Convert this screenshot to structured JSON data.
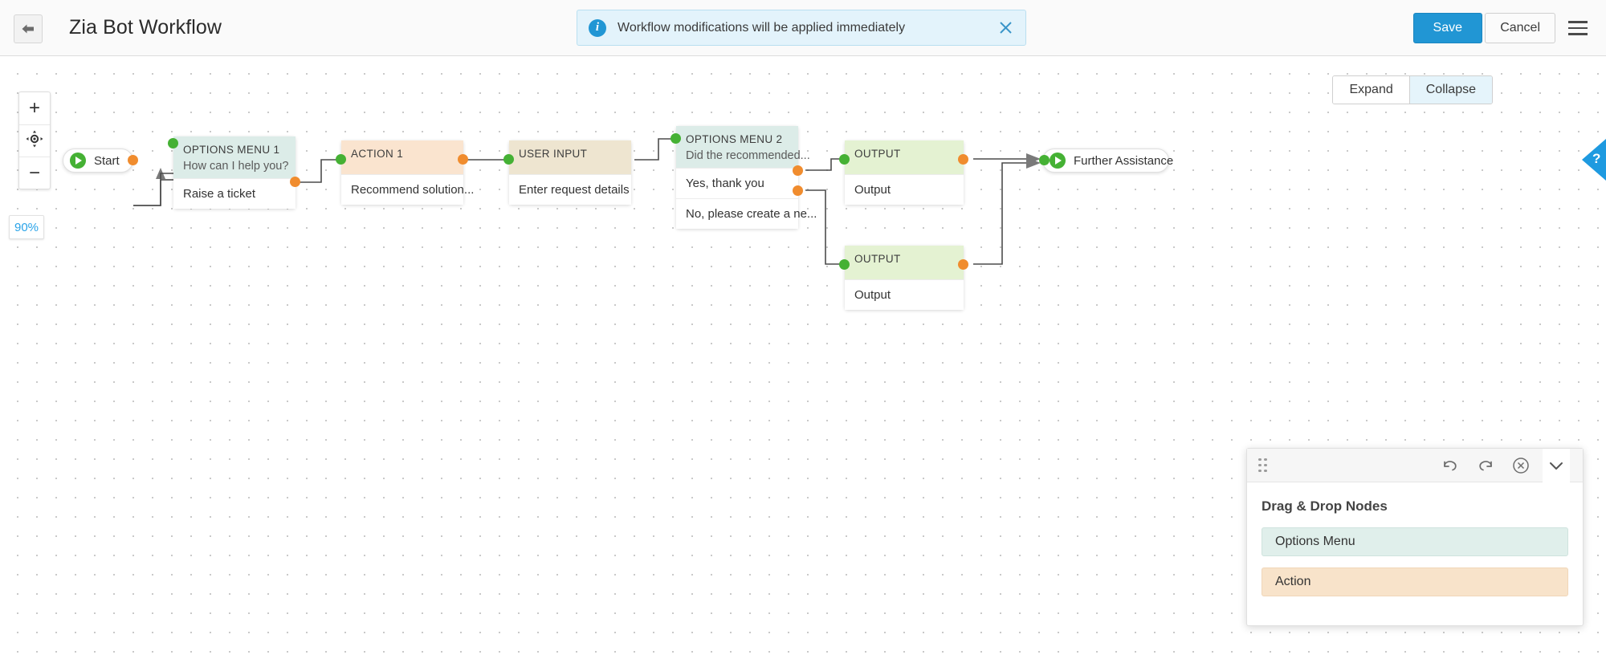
{
  "header": {
    "back_icon": "back-arrow-icon",
    "title": "Zia Bot Workflow",
    "banner": {
      "icon": "info-icon",
      "glyph": "i",
      "message": "Workflow modifications will be applied immediately",
      "close_icon": "close-icon"
    },
    "save_label": "Save",
    "cancel_label": "Cancel",
    "menu_icon": "hamburger-menu-icon"
  },
  "canvas": {
    "zoom_controls": {
      "zoom_in": "+",
      "recenter_icon": "crosshair-target-icon",
      "zoom_out": "−",
      "zoom_level": "90%"
    },
    "view_toggle": {
      "expand_label": "Expand",
      "collapse_label": "Collapse",
      "active": "Collapse"
    },
    "help_tab": {
      "icon": "question-mark-icon",
      "glyph": "?"
    }
  },
  "workflow": {
    "start": {
      "label": "Start",
      "icon": "play-icon"
    },
    "options_menu_1": {
      "kind": "OPTIONS MENU 1",
      "prompt": "How can I help you?",
      "options": [
        "Raise a ticket"
      ]
    },
    "action_1": {
      "kind": "ACTION 1",
      "rows": [
        "Recommend solution..."
      ]
    },
    "user_input": {
      "kind": "USER INPUT",
      "rows": [
        "Enter request details"
      ]
    },
    "options_menu_2": {
      "kind": "OPTIONS MENU 2",
      "prompt": "Did the recommended...",
      "options": [
        "Yes, thank you",
        "No, please create a ne..."
      ]
    },
    "output_1": {
      "kind": "OUTPUT",
      "rows": [
        "Output"
      ]
    },
    "output_2": {
      "kind": "OUTPUT",
      "rows": [
        "Output"
      ]
    },
    "further_assistance": {
      "label": "Further Assistance",
      "icon": "play-icon"
    }
  },
  "panel": {
    "grip_icon": "drag-grip-icon",
    "undo_icon": "undo-icon",
    "redo_icon": "redo-icon",
    "clear_icon": "clear-circle-icon",
    "chevron_icon": "chevron-down-icon",
    "title": "Drag & Drop Nodes",
    "items": [
      {
        "label": "Options Menu",
        "style": "teal"
      },
      {
        "label": "Action",
        "style": "peach"
      }
    ]
  },
  "colors": {
    "accent": "#2196d4",
    "port_in": "#45b134",
    "port_out": "#f08c2e",
    "head_teal": "#dcece8",
    "head_peach": "#fae4cf",
    "head_tan": "#eee5d0",
    "head_green": "#e4f2d2"
  }
}
